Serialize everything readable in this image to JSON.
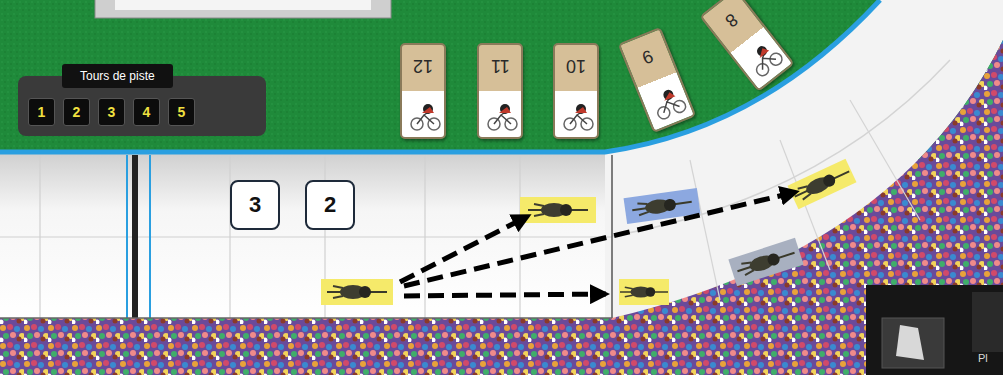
{
  "diagram": {
    "nodes": [
      {
        "text": [
          "Tours de piste"
        ]
      },
      {
        "text": [
          "1"
        ],
        "in": 0
      },
      {
        "text": [
          "2"
        ],
        "in": 0
      },
      {
        "text": [
          "3"
        ],
        "in": 0
      },
      {
        "text": [
          "4"
        ],
        "in": 0
      },
      {
        "text": [
          "5"
        ],
        "in": 0
      },
      {
        "text": [
          "12"
        ]
      },
      {
        "text": [
          "11"
        ]
      },
      {
        "text": [
          "10"
        ]
      },
      {
        "text": [
          "9"
        ]
      },
      {
        "text": [
          "8"
        ]
      },
      {
        "text": [
          "3"
        ]
      },
      {
        "text": [
          "2"
        ]
      }
    ],
    "labels": [
      "Pl"
    ]
  }
}
